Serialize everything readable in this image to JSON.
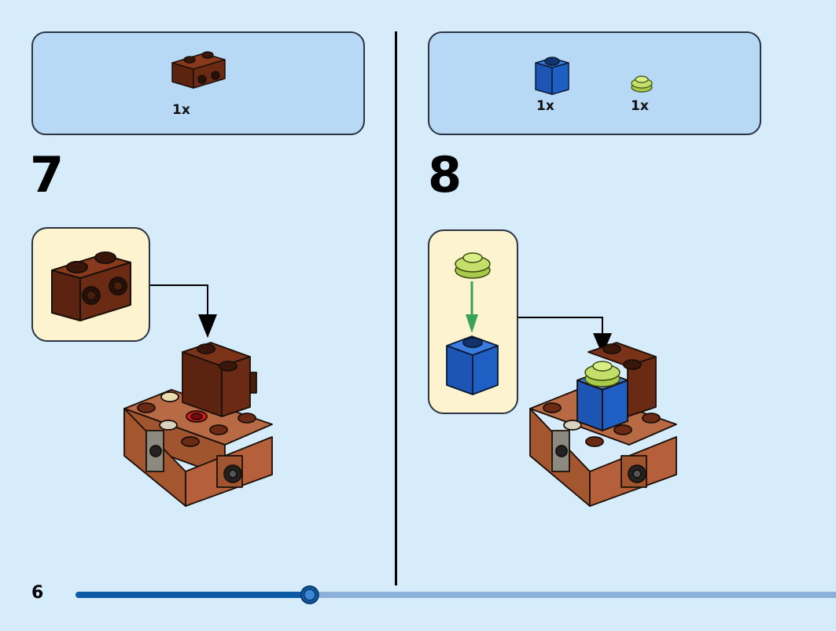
{
  "page": {
    "number": "6",
    "progress_fraction": 0.33
  },
  "steps": [
    {
      "number": "7",
      "parts": [
        {
          "name": "brick-1x2-reddish-brown",
          "qty": "1x"
        }
      ]
    },
    {
      "number": "8",
      "parts": [
        {
          "name": "brick-1x1-blue",
          "qty": "1x"
        },
        {
          "name": "plate-round-1x1-lime",
          "qty": "1x"
        }
      ]
    }
  ],
  "colors": {
    "background": "#d6ecfb",
    "parts_box": "#b7d9f5",
    "callout": "#fdf3cf",
    "reddish_brown": "#6b2a14",
    "medium_nougat": "#b5603a",
    "blue": "#1f5fc4",
    "lime": "#c3df6a",
    "progress_fill": "#0d5aa7",
    "progress_track": "#8eb1dc"
  }
}
